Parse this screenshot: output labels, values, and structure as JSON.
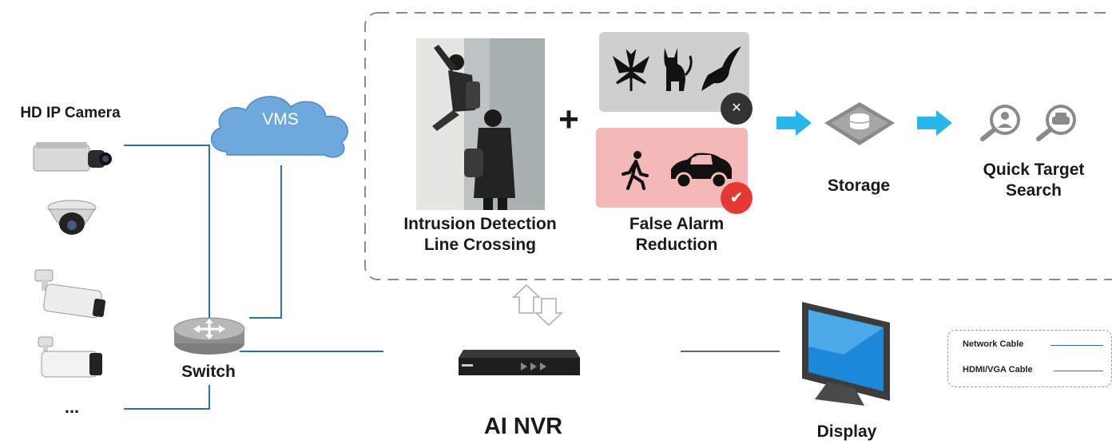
{
  "camera_section": {
    "title": "HD IP Camera",
    "more": "..."
  },
  "vms": {
    "label": "VMS"
  },
  "switch": {
    "label": "Switch"
  },
  "nvr": {
    "label": "AI NVR"
  },
  "display": {
    "label": "Display"
  },
  "detection": {
    "line1": "Intrusion Detection",
    "line2": "Line Crossing",
    "plus": "+"
  },
  "false_alarm": {
    "line1": "False Alarm",
    "line2": "Reduction",
    "rejected_icons": [
      "leaf-icon",
      "cat-icon",
      "bird-icon"
    ],
    "accepted_icons": [
      "walking-person-icon",
      "car-icon"
    ]
  },
  "storage": {
    "label": "Storage"
  },
  "quick_search": {
    "line1": "Quick Target",
    "line2": "Search"
  },
  "legend": {
    "network_cable": "Network Cable",
    "hdmi_vga_cable": "HDMI/VGA Cable"
  },
  "colors": {
    "network_cable": "#2e6fb7",
    "hdmi_cable": "#666666",
    "arrow": "#29b6e8",
    "cloud": "#6fa8dc",
    "reject_badge": "#333333",
    "accept_badge": "#e53935"
  }
}
